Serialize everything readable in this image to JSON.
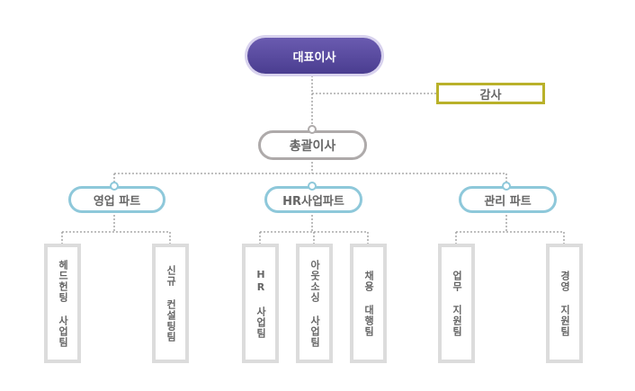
{
  "ceo": "대표이사",
  "audit": "감사",
  "general_manager": "총괄이사",
  "parts": [
    {
      "label": "영업 파트",
      "teams": [
        "헤드헌팅 사업팀",
        "신규 컨설팅팀"
      ]
    },
    {
      "label": "HR사업파트",
      "teams": [
        "HR 사업팀",
        "아웃소싱 사업팀",
        "채용 대행팀"
      ]
    },
    {
      "label": "관리 파트",
      "teams": [
        "업무 지원팀",
        "경영 지원팀"
      ]
    }
  ],
  "colors": {
    "ceo_fill": "#4a3d90",
    "audit_border": "#b9b12a",
    "gm_border": "#aeaaaa",
    "part_border": "#8ec8da",
    "team_border": "#dcdcdc",
    "text": "#666666"
  }
}
